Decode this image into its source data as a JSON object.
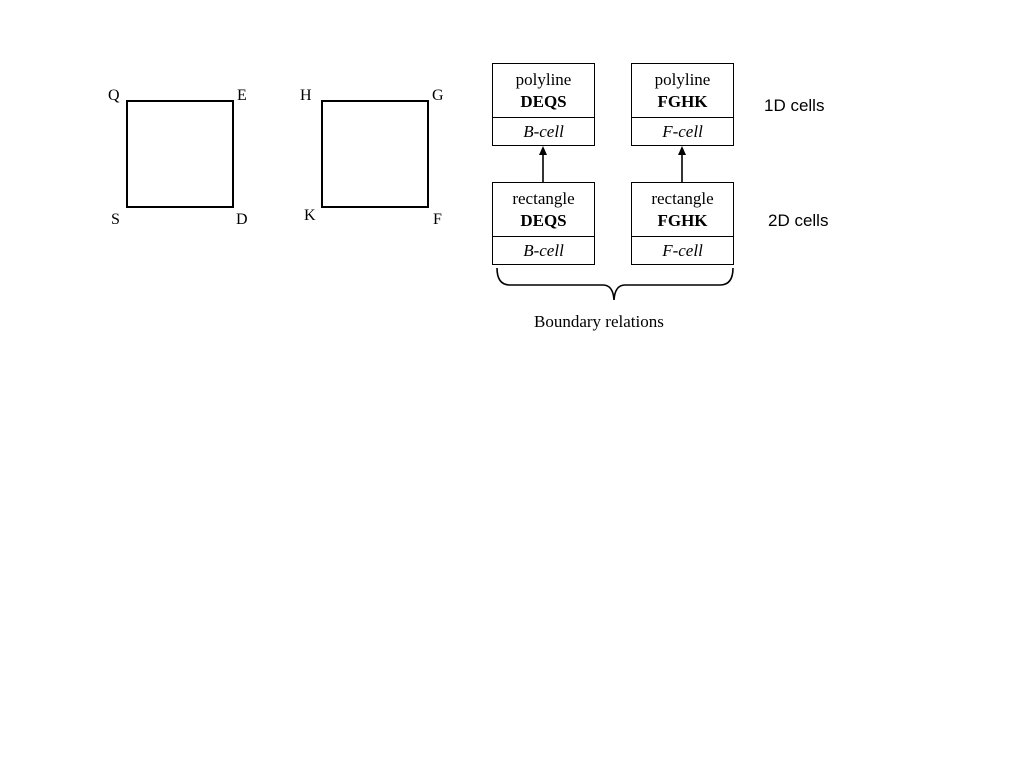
{
  "squares": [
    {
      "id": "deqs",
      "vertices": {
        "top_left": "Q",
        "top_right": "E",
        "bottom_left": "S",
        "bottom_right": "D"
      }
    },
    {
      "id": "fghk",
      "vertices": {
        "top_left": "H",
        "top_right": "G",
        "bottom_left": "K",
        "bottom_right": "F"
      }
    }
  ],
  "cells": {
    "polyline_deqs": {
      "kind": "polyline",
      "name": "DEQS",
      "type": "B-cell"
    },
    "polyline_fghk": {
      "kind": "polyline",
      "name": "FGHK",
      "type": "F-cell"
    },
    "rectangle_deqs": {
      "kind": "rectangle",
      "name": "DEQS",
      "type": "B-cell"
    },
    "rectangle_fghk": {
      "kind": "rectangle",
      "name": "FGHK",
      "type": "F-cell"
    }
  },
  "row_labels": {
    "one_d": "1D cells",
    "two_d": "2D cells"
  },
  "caption": "Boundary relations"
}
